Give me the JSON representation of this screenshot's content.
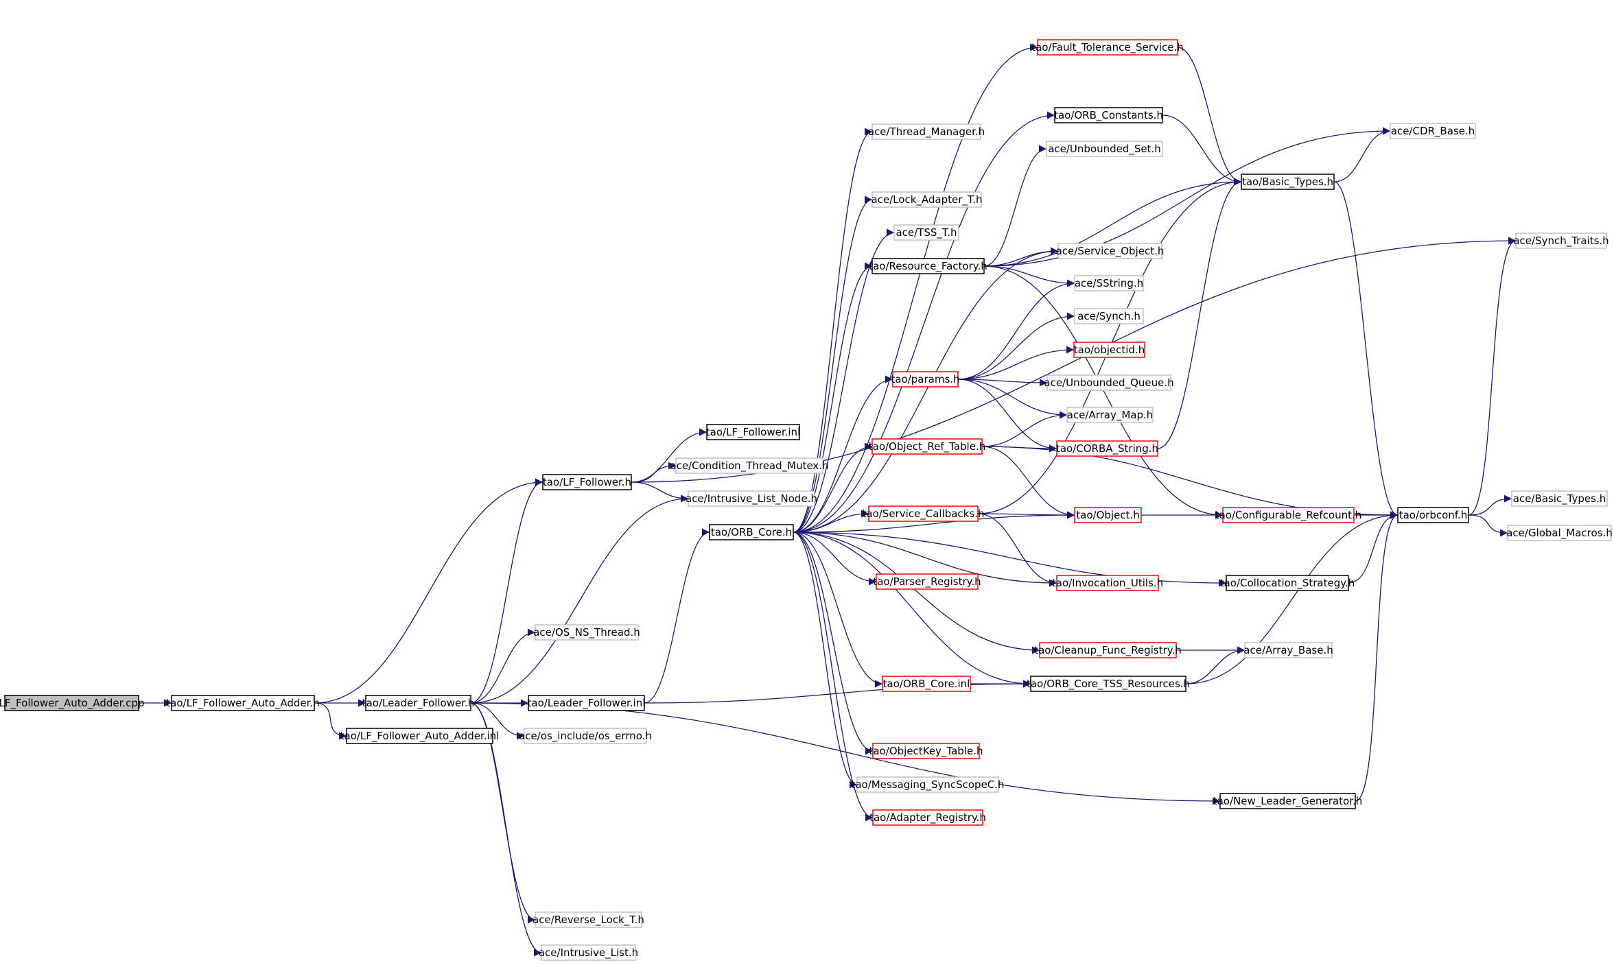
{
  "colors": {
    "edge": "#191970",
    "arrowhead": "#191970",
    "border_black": "#000000",
    "border_red": "#ff0000",
    "border_gray": "#bfbfbf",
    "root_fill": "#bfbfbf",
    "fill": "#ffffff"
  },
  "nodes": [
    {
      "id": "root",
      "label": "LF_Follower_Auto_Adder.cpp",
      "style": "root"
    },
    {
      "id": "lfa_h",
      "label": "tao/LF_Follower_Auto_Adder.h",
      "style": "black"
    },
    {
      "id": "lfa_inl",
      "label": "tao/LF_Follower_Auto_Adder.inl",
      "style": "black"
    },
    {
      "id": "lf_h",
      "label": "tao/LF_Follower.h",
      "style": "black"
    },
    {
      "id": "lf_inl",
      "label": "tao/LF_Follower.inl",
      "style": "black"
    },
    {
      "id": "cond_mutex",
      "label": "ace/Condition_Thread_Mutex.h",
      "style": "gray"
    },
    {
      "id": "ilist_node",
      "label": "ace/Intrusive_List_Node.h",
      "style": "gray"
    },
    {
      "id": "leader_h",
      "label": "tao/Leader_Follower.h",
      "style": "black"
    },
    {
      "id": "leader_inl",
      "label": "tao/Leader_Follower.inl",
      "style": "black"
    },
    {
      "id": "os_ns_thread",
      "label": "ace/OS_NS_Thread.h",
      "style": "gray"
    },
    {
      "id": "os_errno",
      "label": "ace/os_include/os_errno.h",
      "style": "gray"
    },
    {
      "id": "rev_lock",
      "label": "ace/Reverse_Lock_T.h",
      "style": "gray"
    },
    {
      "id": "ilist",
      "label": "ace/Intrusive_List.h",
      "style": "gray"
    },
    {
      "id": "orb_core_h",
      "label": "tao/ORB_Core.h",
      "style": "black"
    },
    {
      "id": "thread_mgr",
      "label": "ace/Thread_Manager.h",
      "style": "gray"
    },
    {
      "id": "lock_adapter",
      "label": "ace/Lock_Adapter_T.h",
      "style": "gray"
    },
    {
      "id": "tss_t",
      "label": "ace/TSS_T.h",
      "style": "gray"
    },
    {
      "id": "res_factory",
      "label": "tao/Resource_Factory.h",
      "style": "black"
    },
    {
      "id": "params",
      "label": "tao/params.h",
      "style": "red"
    },
    {
      "id": "obj_ref_table",
      "label": "tao/Object_Ref_Table.h",
      "style": "red"
    },
    {
      "id": "svc_callbacks",
      "label": "tao/Service_Callbacks.h",
      "style": "red"
    },
    {
      "id": "parser_reg",
      "label": "tao/Parser_Registry.h",
      "style": "red"
    },
    {
      "id": "orb_core_inl",
      "label": "tao/ORB_Core.inl",
      "style": "red"
    },
    {
      "id": "objkey_table",
      "label": "tao/ObjectKey_Table.h",
      "style": "red"
    },
    {
      "id": "msg_syncscope",
      "label": "tao/Messaging_SyncScopeC.h",
      "style": "gray"
    },
    {
      "id": "adapter_reg",
      "label": "tao/Adapter_Registry.h",
      "style": "red"
    },
    {
      "id": "ft_service",
      "label": "tao/Fault_Tolerance_Service.h",
      "style": "red"
    },
    {
      "id": "orb_constants",
      "label": "tao/ORB_Constants.h",
      "style": "black"
    },
    {
      "id": "unb_set",
      "label": "ace/Unbounded_Set.h",
      "style": "gray"
    },
    {
      "id": "svc_object",
      "label": "ace/Service_Object.h",
      "style": "gray"
    },
    {
      "id": "sstring",
      "label": "ace/SString.h",
      "style": "gray"
    },
    {
      "id": "synch",
      "label": "ace/Synch.h",
      "style": "gray"
    },
    {
      "id": "objectid",
      "label": "tao/objectid.h",
      "style": "red"
    },
    {
      "id": "unb_queue",
      "label": "ace/Unbounded_Queue.h",
      "style": "gray"
    },
    {
      "id": "array_map",
      "label": "ace/Array_Map.h",
      "style": "gray"
    },
    {
      "id": "corba_string",
      "label": "tao/CORBA_String.h",
      "style": "red"
    },
    {
      "id": "object_h",
      "label": "tao/Object.h",
      "style": "red"
    },
    {
      "id": "invoc_utils",
      "label": "tao/Invocation_Utils.h",
      "style": "red"
    },
    {
      "id": "cleanup_reg",
      "label": "tao/Cleanup_Func_Registry.h",
      "style": "red"
    },
    {
      "id": "tss_resources",
      "label": "tao/ORB_Core_TSS_Resources.h",
      "style": "black"
    },
    {
      "id": "basic_types_tao",
      "label": "tao/Basic_Types.h",
      "style": "black"
    },
    {
      "id": "config_refcount",
      "label": "tao/Configurable_Refcount.h",
      "style": "red"
    },
    {
      "id": "colloc_strategy",
      "label": "tao/Collocation_Strategy.h",
      "style": "black"
    },
    {
      "id": "array_base",
      "label": "ace/Array_Base.h",
      "style": "gray"
    },
    {
      "id": "new_leader_gen",
      "label": "tao/New_Leader_Generator.h",
      "style": "black"
    },
    {
      "id": "cdr_base",
      "label": "ace/CDR_Base.h",
      "style": "gray"
    },
    {
      "id": "orbconf",
      "label": "tao/orbconf.h",
      "style": "black"
    },
    {
      "id": "synch_traits",
      "label": "ace/Synch_Traits.h",
      "style": "gray"
    },
    {
      "id": "basic_types_ace",
      "label": "ace/Basic_Types.h",
      "style": "gray"
    },
    {
      "id": "global_macros",
      "label": "ace/Global_Macros.h",
      "style": "gray"
    }
  ],
  "edges": [
    [
      "root",
      "lfa_h"
    ],
    [
      "lfa_h",
      "lf_h"
    ],
    [
      "lfa_h",
      "leader_h"
    ],
    [
      "lfa_h",
      "lfa_inl"
    ],
    [
      "leader_h",
      "lf_h"
    ],
    [
      "leader_h",
      "leader_inl"
    ],
    [
      "leader_h",
      "os_ns_thread"
    ],
    [
      "leader_h",
      "ilist_node"
    ],
    [
      "leader_h",
      "os_errno"
    ],
    [
      "leader_h",
      "rev_lock"
    ],
    [
      "leader_h",
      "ilist"
    ],
    [
      "leader_h",
      "new_leader_gen"
    ],
    [
      "lf_h",
      "lf_inl"
    ],
    [
      "lf_h",
      "cond_mutex"
    ],
    [
      "lf_h",
      "ilist_node"
    ],
    [
      "lf_h",
      "synch_traits"
    ],
    [
      "leader_inl",
      "orb_core_h"
    ],
    [
      "leader_inl",
      "tss_resources"
    ],
    [
      "orb_core_h",
      "thread_mgr"
    ],
    [
      "orb_core_h",
      "lock_adapter"
    ],
    [
      "orb_core_h",
      "tss_t"
    ],
    [
      "orb_core_h",
      "res_factory"
    ],
    [
      "orb_core_h",
      "params"
    ],
    [
      "orb_core_h",
      "obj_ref_table"
    ],
    [
      "orb_core_h",
      "svc_callbacks"
    ],
    [
      "orb_core_h",
      "parser_reg"
    ],
    [
      "orb_core_h",
      "orb_core_inl"
    ],
    [
      "orb_core_h",
      "objkey_table"
    ],
    [
      "orb_core_h",
      "msg_syncscope"
    ],
    [
      "orb_core_h",
      "adapter_reg"
    ],
    [
      "orb_core_h",
      "ft_service"
    ],
    [
      "orb_core_h",
      "orb_constants"
    ],
    [
      "orb_core_h",
      "svc_object"
    ],
    [
      "orb_core_h",
      "object_h"
    ],
    [
      "orb_core_h",
      "cleanup_reg"
    ],
    [
      "orb_core_h",
      "tss_resources"
    ],
    [
      "orb_core_h",
      "colloc_strategy"
    ],
    [
      "orb_core_h",
      "invoc_utils"
    ],
    [
      "res_factory",
      "cdr_base"
    ],
    [
      "res_factory",
      "unb_set"
    ],
    [
      "res_factory",
      "basic_types_tao"
    ],
    [
      "res_factory",
      "svc_object"
    ],
    [
      "res_factory",
      "sstring"
    ],
    [
      "res_factory",
      "config_refcount"
    ],
    [
      "params",
      "sstring"
    ],
    [
      "params",
      "synch"
    ],
    [
      "params",
      "objectid"
    ],
    [
      "params",
      "unb_queue"
    ],
    [
      "params",
      "array_map"
    ],
    [
      "params",
      "corba_string"
    ],
    [
      "obj_ref_table",
      "array_map"
    ],
    [
      "obj_ref_table",
      "corba_string"
    ],
    [
      "obj_ref_table",
      "object_h"
    ],
    [
      "obj_ref_table",
      "orbconf"
    ],
    [
      "svc_callbacks",
      "object_h"
    ],
    [
      "svc_callbacks",
      "invoc_utils"
    ],
    [
      "svc_callbacks",
      "basic_types_tao"
    ],
    [
      "orb_core_inl",
      "tss_resources"
    ],
    [
      "ft_service",
      "basic_types_tao"
    ],
    [
      "orb_constants",
      "basic_types_tao"
    ],
    [
      "corba_string",
      "basic_types_tao"
    ],
    [
      "object_h",
      "config_refcount"
    ],
    [
      "config_refcount",
      "orbconf"
    ],
    [
      "cleanup_reg",
      "array_base"
    ],
    [
      "tss_resources",
      "array_base"
    ],
    [
      "tss_resources",
      "orbconf"
    ],
    [
      "basic_types_tao",
      "cdr_base"
    ],
    [
      "basic_types_tao",
      "orbconf"
    ],
    [
      "colloc_strategy",
      "orbconf"
    ],
    [
      "new_leader_gen",
      "orbconf"
    ],
    [
      "orbconf",
      "synch_traits"
    ],
    [
      "orbconf",
      "basic_types_ace"
    ],
    [
      "orbconf",
      "global_macros"
    ]
  ]
}
